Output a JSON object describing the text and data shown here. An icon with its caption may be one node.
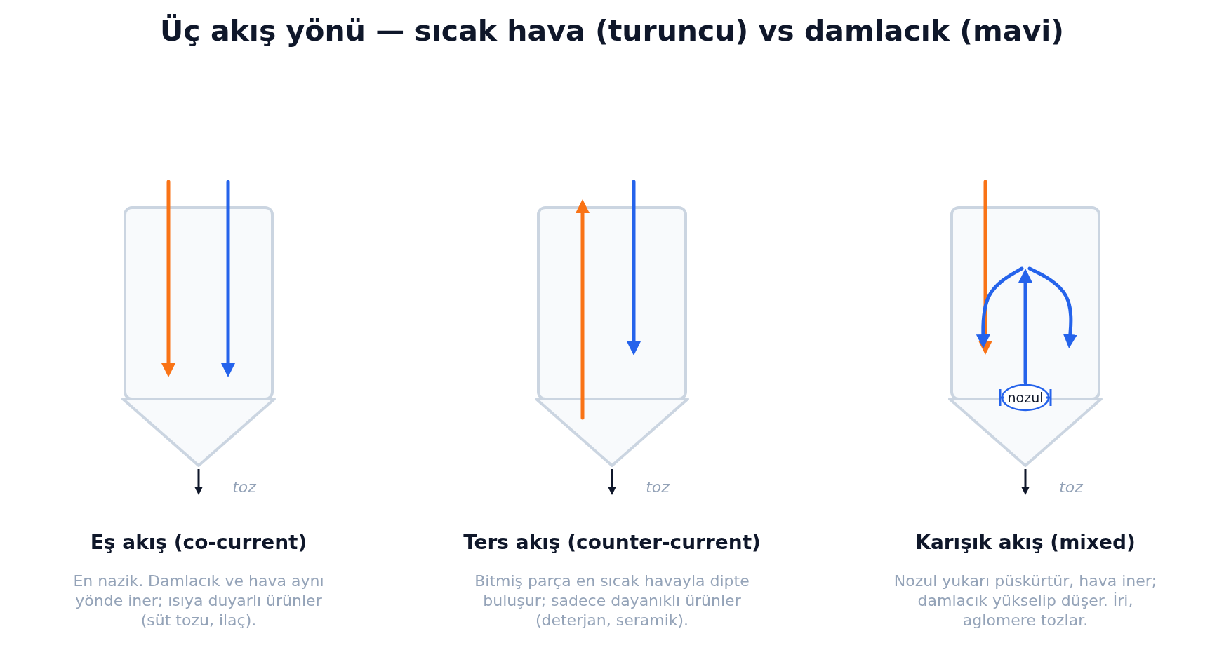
{
  "diagram": {
    "title": "Üç akış yönü — sıcak hava (turuncu) vs damlacık (mavi)",
    "nodes": [
      {
        "text": [
          "nozul"
        ]
      }
    ],
    "labels": [
      "toz",
      "toz",
      "toz",
      "Eş akış (co-current)",
      "En nazik. Damlacık ve hava aynı yönde iner; ısıya duyarlı ürünler (süt tozu, ilaç).",
      "Ters akış (counter-current)",
      "Bitmiş parça en sıcak havayla dipte buluşur; sadece dayanıklı ürünler (deterjan, seramik).",
      "Karışık akış (mixed)",
      "Nozul yukarı püskürtür, hava iner; damlacık yükselip düşer. İri, aglomere tozlar."
    ]
  }
}
